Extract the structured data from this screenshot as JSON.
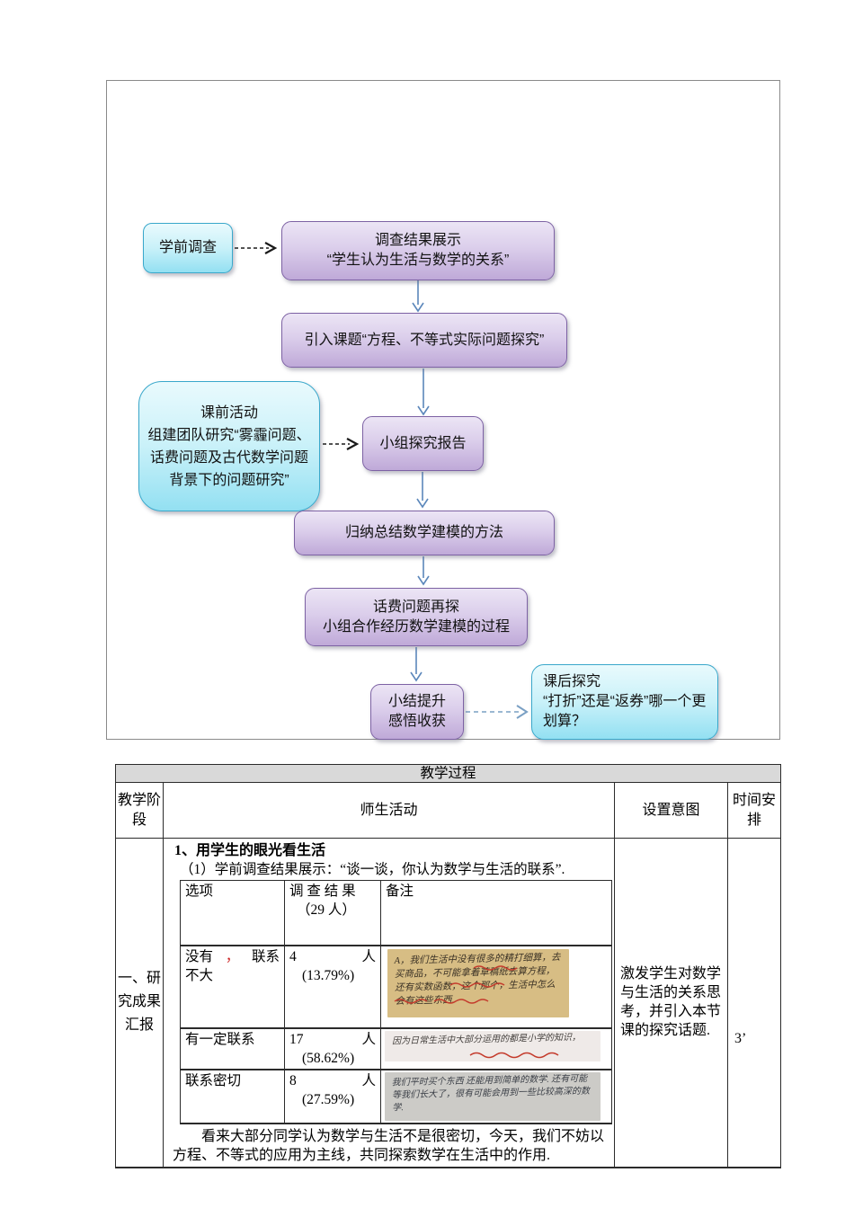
{
  "colors": {
    "purple_top": "#ece5f5",
    "purple_mid": "#dbceeb",
    "purple_bottom": "#bfa9d8",
    "purple_border": "#7d62a4",
    "cyan_top": "#e9fafd",
    "cyan_mid": "#c9f1f9",
    "cyan_bottom": "#93e0f2",
    "cyan_border": "#3aa8cb",
    "arrow_blue": "#5b87bb",
    "arrow_dash_dark": "#1a1a1a",
    "arrow_dash_blue": "#7aa0c4",
    "title_row_bg": "#d9d9d9",
    "red_mark": "#cc2222",
    "note1_bg": "#d7bd84",
    "note2_bg": "#efeae8",
    "note3_bg": "#cccbc7"
  },
  "flowchart": {
    "nodes": {
      "presurvey": {
        "lines": [
          "学前调查"
        ]
      },
      "survey_result": {
        "lines": [
          "调查结果展示",
          "“学生认为生活与数学的关系”"
        ]
      },
      "intro_topic": {
        "lines": [
          "引入课题“方程、不等式实际问题探究”"
        ]
      },
      "preclass": {
        "lines": [
          "课前活动",
          "组建团队研究“雾霾问题、话费问题及古代数学问题背景下的问题研究”"
        ]
      },
      "group_report": {
        "lines": [
          "小组探究报告"
        ]
      },
      "summarize": {
        "lines": [
          "归纳总结数学建模的方法"
        ]
      },
      "phone_revisit": {
        "lines": [
          "话费问题再探",
          "小组合作经历数学建模的过程"
        ]
      },
      "wrapup": {
        "lines": [
          "小结提升",
          "感悟收获"
        ]
      },
      "after_class": {
        "lines": [
          "课后探究",
          "“打折”还是“返券”哪一个更划算？"
        ]
      }
    }
  },
  "lesson_table": {
    "title": "教学过程",
    "headers": {
      "stage": "教学阶段",
      "activity": "师生活动",
      "intent": "设置意图",
      "time": "时间安排"
    },
    "row": {
      "stage": "一、研究成果汇报",
      "activity_heading": "1、用学生的眼光看生活",
      "activity_sub": "（1）学前调查结果展示：“谈一谈，你认为数学与生活的联系”.",
      "conclusion": "看来大部分同学认为数学与生活不是很密切，今天，我们不妨以方程、不等式的应用为主线，共同探索数学在生活中的作用.",
      "intent": "激发学生对数学与生活的关系思考，并引入本节课的探究话题.",
      "time": "3’"
    },
    "survey": {
      "col_option": "选项",
      "col_result_line1": "调 查 结 果",
      "col_result_line2": "（29 人）",
      "col_note": "备注",
      "rows": [
        {
          "option_a": "没有",
          "option_comma": "，",
          "option_b": "联系",
          "option_line2": "不大",
          "count": "4",
          "unit": "人",
          "percent": "(13.79%)",
          "note": "A，我们生活中没有很多的精打细算，去买商品，不可能拿着草稿纸去算方程，还有实数函数，这个那个，生活中怎么会有这些东西.",
          "note_bg": "#d7bd84"
        },
        {
          "option_a": "有一定联系",
          "option_comma": "",
          "option_b": "",
          "option_line2": "",
          "count": "17",
          "unit": "人",
          "percent": "(58.62%)",
          "note": "因为日常生活中大部分运用的都是小学的知识，",
          "note_bg": "#efeae8"
        },
        {
          "option_a": "联系密切",
          "option_comma": "",
          "option_b": "",
          "option_line2": "",
          "count": "8",
          "unit": "人",
          "percent": "(27.59%)",
          "note": "我们平时买个东西 还能用到简单的数学. 还有可能等我们长大了，很有可能会用到一些比较高深的数学.",
          "note_bg": "#cccbc7"
        }
      ]
    }
  }
}
